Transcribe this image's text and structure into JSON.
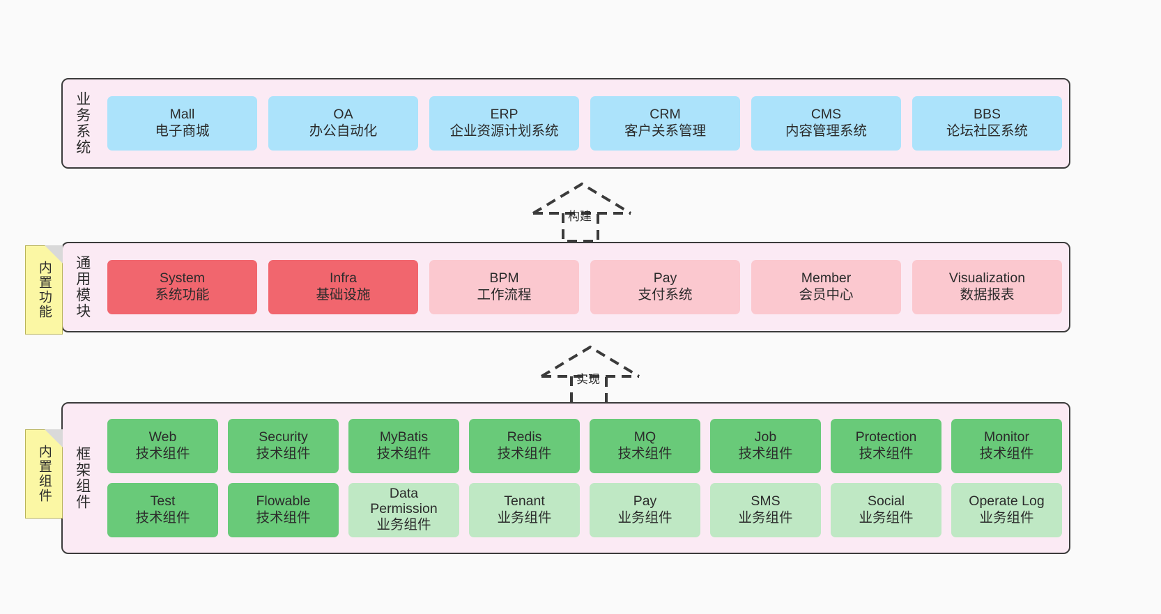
{
  "diagram": {
    "title_hidden": "",
    "background": "#fafafa",
    "layers": [
      {
        "id": "business",
        "title": "业务系统",
        "panel_color": "#fbeaf4",
        "node_color": "#ace3fb",
        "nodes": [
          {
            "en": "Mall",
            "cn": "电子商城"
          },
          {
            "en": "OA",
            "cn": "办公自动化"
          },
          {
            "en": "ERP",
            "cn": "企业资源计划系统"
          },
          {
            "en": "CRM",
            "cn": "客户关系管理"
          },
          {
            "en": "CMS",
            "cn": "内容管理系统"
          },
          {
            "en": "BBS",
            "cn": "论坛社区系统"
          }
        ]
      },
      {
        "id": "module",
        "title": "通用模块",
        "panel_color": "#fbeaf4",
        "node_color_primary": "#f1666e",
        "node_color_secondary": "#fbc8cf",
        "nodes": [
          {
            "en": "System",
            "cn": "系统功能",
            "color": "#f1666e"
          },
          {
            "en": "Infra",
            "cn": "基础设施",
            "color": "#f1666e"
          },
          {
            "en": "BPM",
            "cn": "工作流程",
            "color": "#fbc8cf"
          },
          {
            "en": "Pay",
            "cn": "支付系统",
            "color": "#fbc8cf"
          },
          {
            "en": "Member",
            "cn": "会员中心",
            "color": "#fbc8cf"
          },
          {
            "en": "Visualization",
            "cn": "数据报表",
            "color": "#fbc8cf"
          }
        ]
      },
      {
        "id": "framework",
        "title": "框架组件",
        "panel_color": "#fbeaf4",
        "node_color_tech": "#69ca79",
        "node_color_biz": "#bfe8c4",
        "rows": [
          [
            {
              "en": "Web",
              "cn": "技术组件",
              "color": "#69ca79"
            },
            {
              "en": "Security",
              "cn": "技术组件",
              "color": "#69ca79"
            },
            {
              "en": "MyBatis",
              "cn": "技术组件",
              "color": "#69ca79"
            },
            {
              "en": "Redis",
              "cn": "技术组件",
              "color": "#69ca79"
            },
            {
              "en": "MQ",
              "cn": "技术组件",
              "color": "#69ca79"
            },
            {
              "en": "Job",
              "cn": "技术组件",
              "color": "#69ca79"
            },
            {
              "en": "Protection",
              "cn": "技术组件",
              "color": "#69ca79"
            },
            {
              "en": "Monitor",
              "cn": "技术组件",
              "color": "#69ca79"
            }
          ],
          [
            {
              "en": "Test",
              "cn": "技术组件",
              "color": "#69ca79"
            },
            {
              "en": "Flowable",
              "cn": "技术组件",
              "color": "#69ca79"
            },
            {
              "en": "Data Permission",
              "cn": "业务组件",
              "color": "#bfe8c4"
            },
            {
              "en": "Tenant",
              "cn": "业务组件",
              "color": "#bfe8c4"
            },
            {
              "en": "Pay",
              "cn": "业务组件",
              "color": "#bfe8c4"
            },
            {
              "en": "SMS",
              "cn": "业务组件",
              "color": "#bfe8c4"
            },
            {
              "en": "Social",
              "cn": "业务组件",
              "color": "#bfe8c4"
            },
            {
              "en": "Operate Log",
              "cn": "业务组件",
              "color": "#bfe8c4"
            }
          ]
        ]
      }
    ],
    "notes": [
      {
        "id": "builtin-function",
        "text": "内置功能",
        "color": "#fbf7a4"
      },
      {
        "id": "builtin-component",
        "text": "内置组件",
        "color": "#fbf7a4"
      }
    ],
    "arrows": [
      {
        "id": "build",
        "label": "构建",
        "style": "dashed-generalization"
      },
      {
        "id": "implement",
        "label": "实现",
        "style": "dashed-generalization"
      }
    ]
  }
}
